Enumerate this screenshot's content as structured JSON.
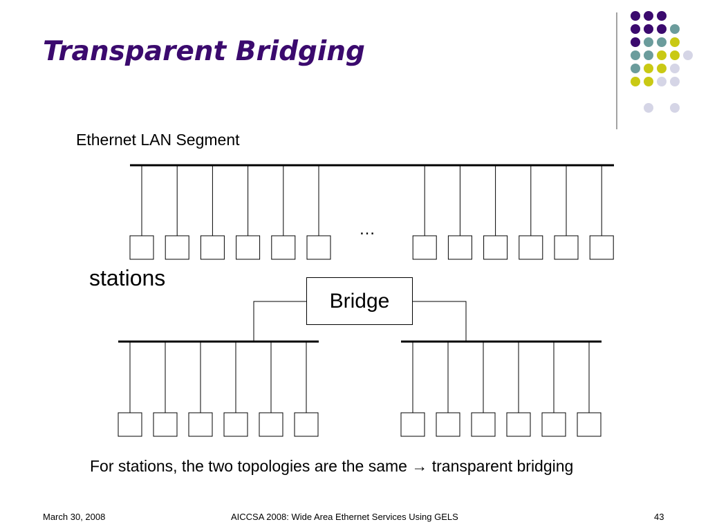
{
  "slide": {
    "title": "Transparent Bridging",
    "title_color": "#3b0a6e"
  },
  "diagram": {
    "top_segment_label": "Ethernet LAN Segment",
    "stations_label": "stations",
    "ellipsis": "…",
    "bridge_label": "Bridge",
    "top_segment_station_count": 12,
    "left_segment_station_count": 6,
    "right_segment_station_count": 6
  },
  "caption": {
    "before": "For stations, the two topologies are the same",
    "arrow": "→",
    "after": "transparent bridging"
  },
  "footer": {
    "date": "March 30, 2008",
    "center": "AICCSA 2008: Wide Area Ethernet Services Using GELS",
    "page": "43"
  },
  "decoration": {
    "dot_colors": [
      "#3b0a6e",
      "#6b9c9c",
      "#c9c914",
      "#d5d5e6"
    ]
  }
}
